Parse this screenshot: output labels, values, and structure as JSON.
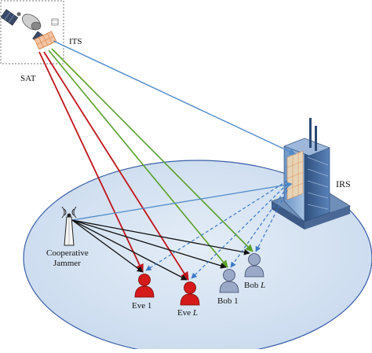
{
  "labels": {
    "satellite": "SAT",
    "its": "ITS",
    "irs": "IRS",
    "jammer_line1": "Cooperative",
    "jammer_line2": "Jammer",
    "eve1": "Eve 1",
    "eveL_prefix": "Eve ",
    "eveL_index": "L",
    "bob1": "Bob 1",
    "bobL_prefix": "Bob ",
    "bobL_index": "L"
  },
  "colors": {
    "ground": "#d8e5f3",
    "ground_edge": "#3a5fa8",
    "sat_to_eve": "#c0141c",
    "sat_to_bob": "#5aa02c",
    "sat_to_irs": "#4f8ac8",
    "jammer_links": "#111111",
    "irs_reflect": "#3b78c4",
    "eve_user": "#d41a1a",
    "bob_user": "#9aa9c8"
  },
  "icons": {
    "satellite": "satellite-icon",
    "building": "building-icon",
    "antenna": "antenna-icon",
    "user": "user-icon"
  }
}
